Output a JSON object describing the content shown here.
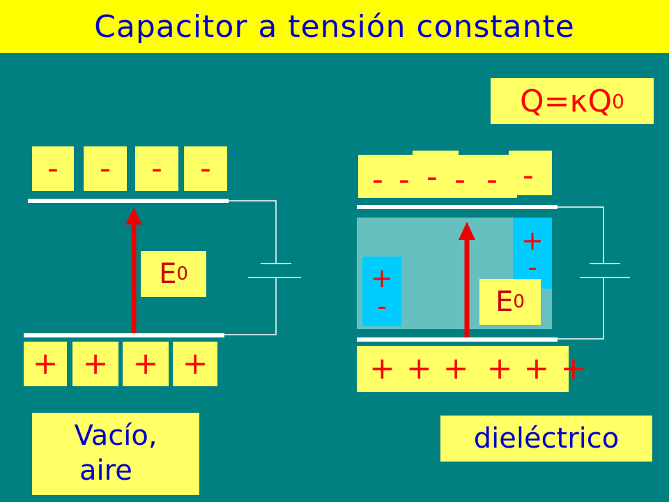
{
  "title": "Capacitor a tensión constante",
  "formula": {
    "q": "Q=",
    "kappa": "κ",
    "q0": "Q",
    "sub": "0"
  },
  "left": {
    "top_charges": [
      "-",
      "-",
      "-",
      "-"
    ],
    "bottom_charges": [
      "+",
      "+",
      "+",
      "+"
    ],
    "field_label": "E",
    "field_sub": "0",
    "caption_line1": "Vacío,",
    "caption_line2": "aire"
  },
  "right": {
    "top_charges": [
      "-",
      "-",
      "-",
      "-",
      "-",
      "-"
    ],
    "bottom_charges": [
      "+",
      "+",
      "+",
      "+",
      "+",
      "+"
    ],
    "dipole_left": {
      "plus": "+",
      "minus": "-"
    },
    "dipole_right": {
      "plus": "+",
      "minus": "-"
    },
    "field_label": "E",
    "field_sub": "0",
    "caption": "dieléctrico"
  },
  "colors": {
    "background": "#008080",
    "title_bg": "#ffff00",
    "title_text": "#0000cc",
    "box": "#ffff66",
    "charge": "#ff0000",
    "arrow": "#ee0000",
    "dielectric": "#66c0c0",
    "dipole": "#00ccff"
  }
}
